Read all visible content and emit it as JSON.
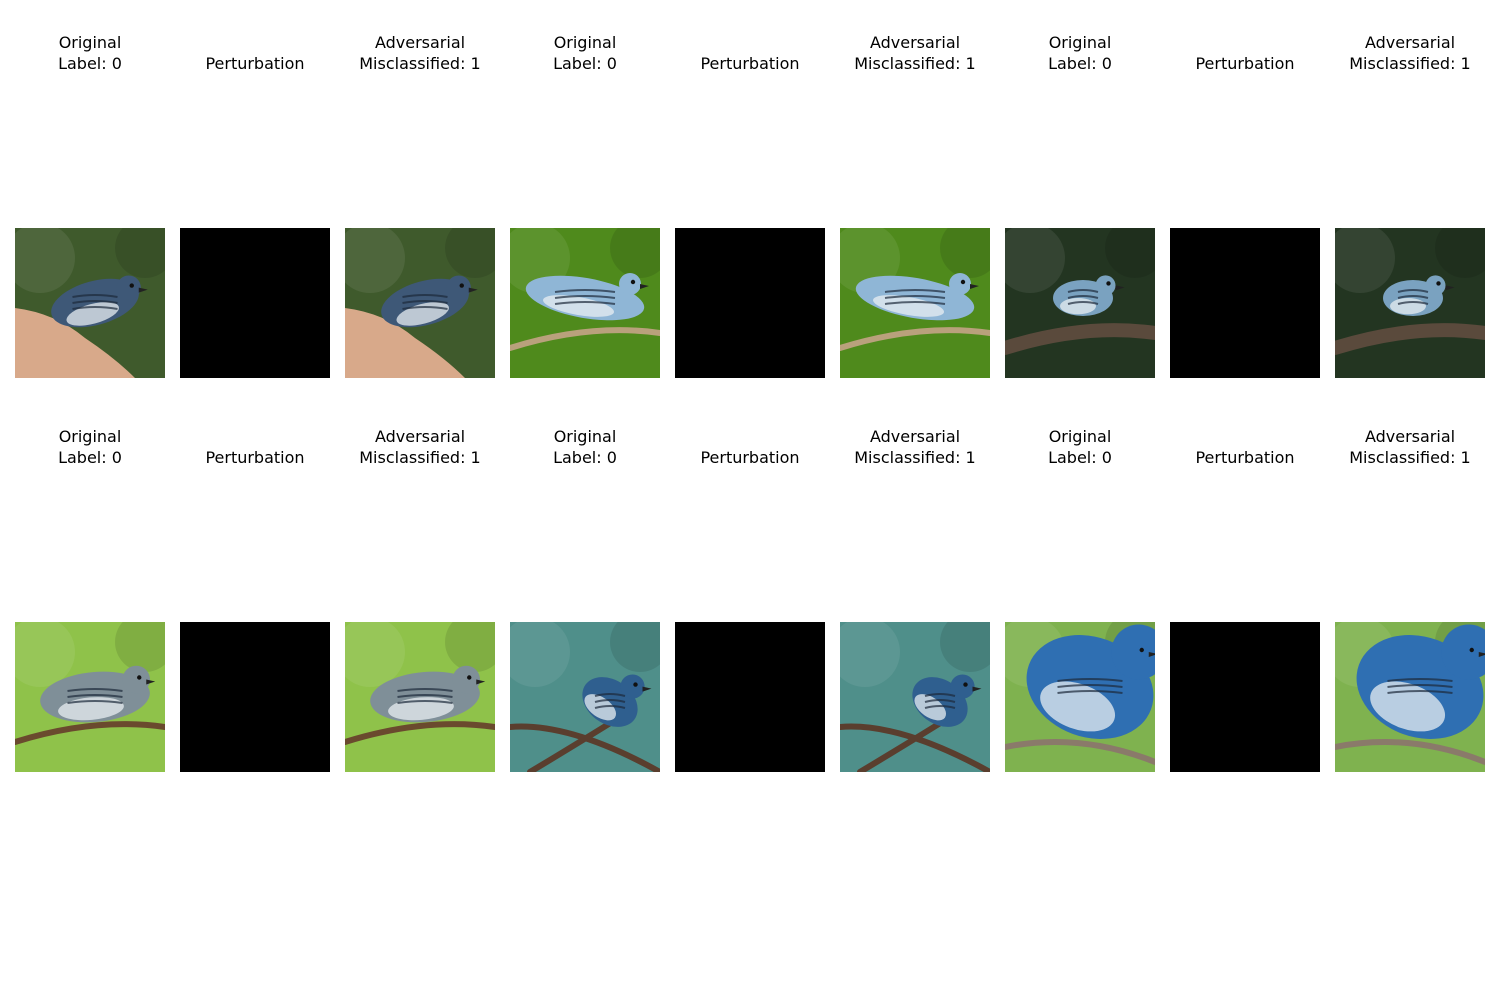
{
  "figure": {
    "rows": [
      {
        "panels": [
          {
            "kind": "original",
            "title_line1": "Original",
            "title_line2": "Label: 0",
            "photo": "hand-bird",
            "colors": {
              "bg": "#3f5a2c",
              "bird": "#3e5877",
              "accent": "#d8a98a"
            }
          },
          {
            "kind": "perturbation",
            "title_line1": "Perturbation",
            "title_line2": "",
            "colors": {
              "bg": "#000000"
            }
          },
          {
            "kind": "adversarial",
            "title_line1": "Adversarial",
            "title_line2": "Misclassified: 1",
            "photo": "hand-bird",
            "colors": {
              "bg": "#3f5a2c",
              "bird": "#3e5877",
              "accent": "#d8a98a"
            }
          },
          {
            "kind": "original",
            "title_line1": "Original",
            "title_line2": "Label: 0",
            "photo": "green-branch-bird",
            "colors": {
              "bg": "#4f8a1c",
              "bird": "#8fb6d6",
              "accent": "#b9a17c"
            }
          },
          {
            "kind": "perturbation",
            "title_line1": "Perturbation",
            "title_line2": "",
            "colors": {
              "bg": "#000000"
            }
          },
          {
            "kind": "adversarial",
            "title_line1": "Adversarial",
            "title_line2": "Misclassified: 1",
            "photo": "green-branch-bird",
            "colors": {
              "bg": "#4f8a1c",
              "bird": "#8fb6d6",
              "accent": "#b9a17c"
            }
          },
          {
            "kind": "original",
            "title_line1": "Original",
            "title_line2": "Label: 0",
            "photo": "dark-branch-bird",
            "colors": {
              "bg": "#233521",
              "bird": "#7aa2c0",
              "accent": "#5a4a3c"
            }
          },
          {
            "kind": "perturbation",
            "title_line1": "Perturbation",
            "title_line2": "",
            "colors": {
              "bg": "#000000"
            }
          },
          {
            "kind": "adversarial",
            "title_line1": "Adversarial",
            "title_line2": "Misclassified: 1",
            "photo": "dark-branch-bird",
            "colors": {
              "bg": "#233521",
              "bird": "#7aa2c0",
              "accent": "#5a4a3c"
            }
          }
        ]
      },
      {
        "panels": [
          {
            "kind": "original",
            "title_line1": "Original",
            "title_line2": "Label: 0",
            "photo": "leaf-bird",
            "colors": {
              "bg": "#8fc24a",
              "bird": "#7f8f98",
              "accent": "#6a4a2e"
            }
          },
          {
            "kind": "perturbation",
            "title_line1": "Perturbation",
            "title_line2": "",
            "colors": {
              "bg": "#000000"
            }
          },
          {
            "kind": "adversarial",
            "title_line1": "Adversarial",
            "title_line2": "Misclassified: 1",
            "photo": "leaf-bird",
            "colors": {
              "bg": "#8fc24a",
              "bird": "#7f8f98",
              "accent": "#6a4a2e"
            }
          },
          {
            "kind": "original",
            "title_line1": "Original",
            "title_line2": "Label: 0",
            "photo": "teal-bird",
            "colors": {
              "bg": "#4f8f8a",
              "bird": "#2f5f8f",
              "accent": "#5a3e2e"
            }
          },
          {
            "kind": "perturbation",
            "title_line1": "Perturbation",
            "title_line2": "",
            "colors": {
              "bg": "#000000"
            }
          },
          {
            "kind": "adversarial",
            "title_line1": "Adversarial",
            "title_line2": "Misclassified: 1",
            "photo": "teal-bird",
            "colors": {
              "bg": "#4f8f8a",
              "bird": "#2f5f8f",
              "accent": "#5a3e2e"
            }
          },
          {
            "kind": "original",
            "title_line1": "Original",
            "title_line2": "Label: 0",
            "photo": "closeup-bird",
            "colors": {
              "bg": "#7fb24f",
              "bird": "#2f6fb2",
              "accent": "#8a7a6a"
            }
          },
          {
            "kind": "perturbation",
            "title_line1": "Perturbation",
            "title_line2": "",
            "colors": {
              "bg": "#000000"
            }
          },
          {
            "kind": "adversarial",
            "title_line1": "Adversarial",
            "title_line2": "Misclassified: 1",
            "photo": "closeup-bird",
            "colors": {
              "bg": "#7fb24f",
              "bird": "#2f6fb2",
              "accent": "#8a7a6a"
            }
          }
        ]
      }
    ]
  }
}
